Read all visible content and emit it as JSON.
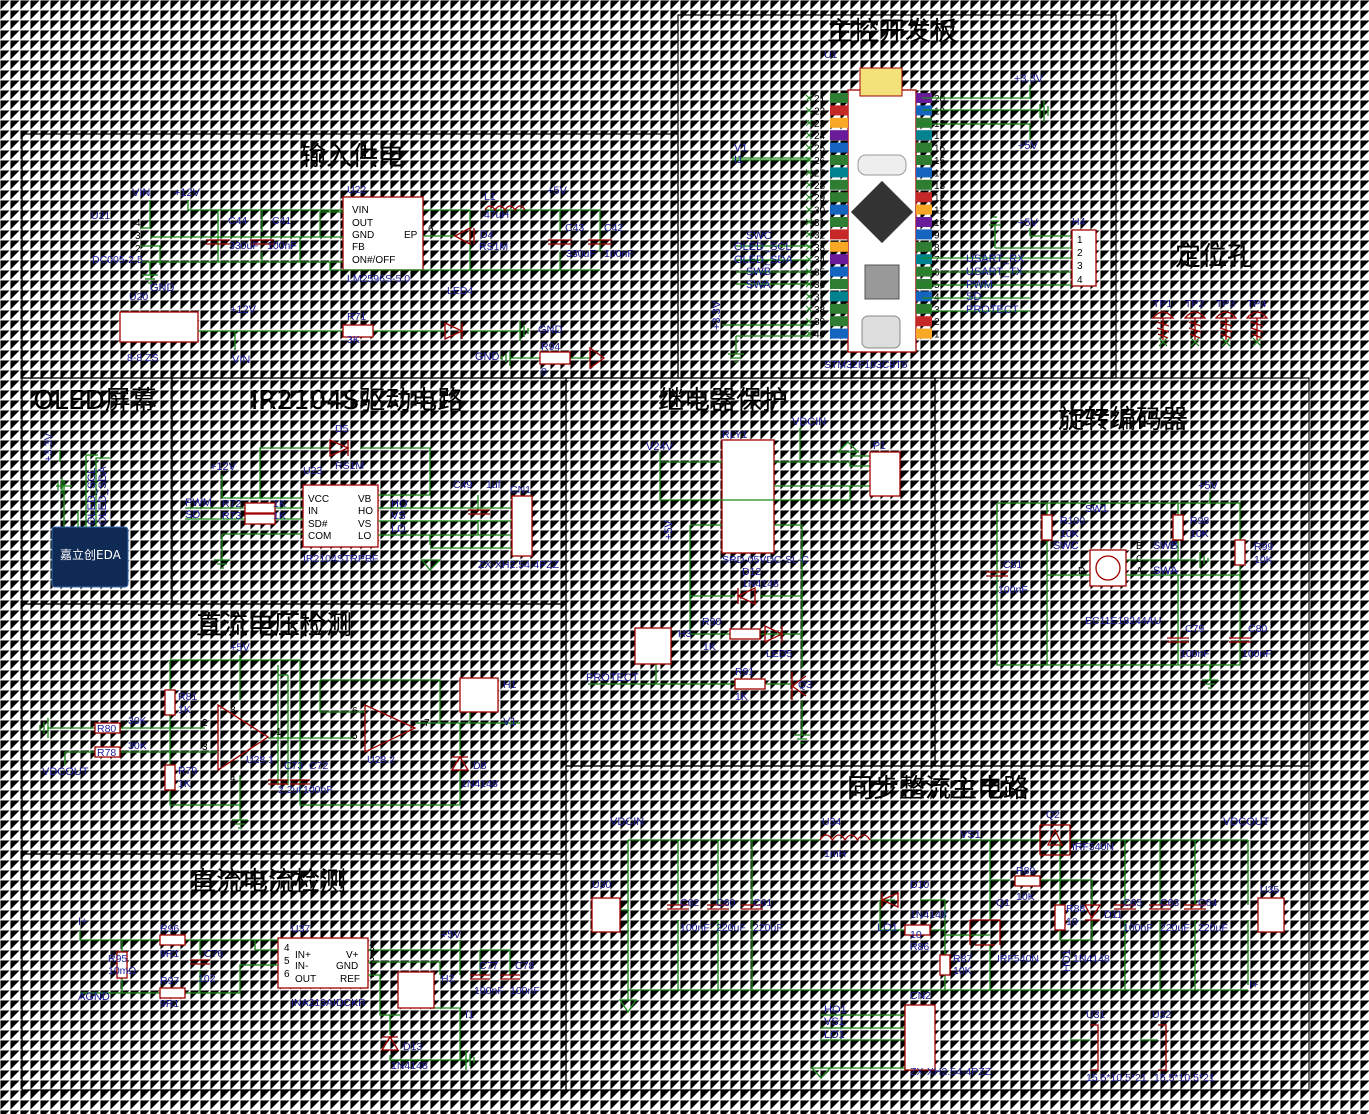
{
  "titles": {
    "power": "输入供电",
    "mcu": "主控开发板",
    "mounting": "定位孔",
    "oled": "OLED屏幕",
    "ir2104": "IR2104S驱动电路",
    "relay": "继电器保护",
    "encoder": "旋转编码器",
    "voltage": "直流电压检测",
    "current": "直流电流检测",
    "rectifier": "同步整流主电路"
  },
  "labels": {
    "vin": "VIN",
    "p12v": "+12V",
    "p5v": "+5V",
    "p3v3": "+3.3V",
    "gnd": "GND",
    "u21": "U21",
    "dc005": "DC005-2.5",
    "u20": "U20",
    "ss88": "8-8 ZS",
    "c44": "C44",
    "c41": "C41",
    "c43": "C43",
    "c42": "C42",
    "v330uf": "330uF",
    "v100nf": "100nF",
    "u22": "U22",
    "lm2596": "LM2596S-5.0",
    "l1": "L1",
    "v47uh": "47uH",
    "d4": "D4",
    "rs1m": "RS1M",
    "r71": "R71",
    "v3k": "3K",
    "led4": "LED4",
    "r94": "R94",
    "v0": "0",
    "u1": "U1",
    "stm32": "STM32F103C8T6",
    "v1": "V1",
    "i1": "I1",
    "swc": "SWC",
    "swb": "SWB",
    "swa": "SWA",
    "oled_scl": "OLED_SCL",
    "oled_sda": "OLED_SDA",
    "usart_rx": "USART_RX",
    "usart_tx": "USART_TX",
    "pwm": "PWM",
    "sd": "SD",
    "protect": "PROTECT",
    "h4": "H4",
    "tp1": "TP1",
    "tp2": "TP2",
    "tp3": "TP3",
    "tp4": "TP4",
    "oled_logo": "嘉立创EDA",
    "d5": "D5",
    "u23": "U23",
    "r72": "R72",
    "r73": "R73",
    "v1k": "1K",
    "ho": "HO",
    "vs": "VS",
    "lo": "LO",
    "ir2104s": "IR2104STRPBF",
    "c49": "C49",
    "v1uf": "1uf",
    "cn1": "CN1",
    "zx4": "ZX-XH2.54-4PZZ",
    "v24v": "V24V",
    "vdcin": "VDCIN",
    "rly1": "RLY1",
    "srd": "SRD-05VDC-SL-C",
    "p1": "P1",
    "d12": "D12",
    "n1n4148": "1N4148",
    "r90": "R90",
    "h3": "H3",
    "led5": "LED5",
    "r91": "R91",
    "q3": "Q3",
    "sw1": "SW1",
    "r100": "R100",
    "r98": "R98",
    "r99": "R99",
    "v10k": "10K",
    "c81": "C81",
    "ec11": "EC11E18244AU",
    "c79": "C79",
    "c80": "C80",
    "r81": "R81",
    "r80": "R80",
    "r78": "R78",
    "r79": "R79",
    "v30k": "30K",
    "vdcout": "VDCOUT",
    "u281": "U28.1",
    "u282": "U28.2",
    "c73": "C73",
    "c72": "C72",
    "v22uf": "2.2uf",
    "h1": "H1",
    "d8": "D8",
    "iplus": "I+",
    "agnd": "AGND",
    "r95": "R95",
    "v10mo": "10mΩ",
    "r96": "R96",
    "r97": "R97",
    "v9r1": "9R1",
    "c76": "C76",
    "v102": "102",
    "u37": "U37",
    "ina213": "INA213AIDCKR",
    "h2": "H2",
    "c77": "C77",
    "c78": "C78",
    "d13": "D13",
    "u30": "U30",
    "u34": "U34",
    "v1mh": "1mH",
    "vs1": "VS1",
    "q2": "Q2",
    "irf540n": "IRF540N",
    "u35": "U35",
    "c62": "C62",
    "c60": "C60",
    "c61": "C61",
    "v220uf": "220uF",
    "d10": "D10",
    "lo1": "LO1",
    "v10": "10",
    "r86": "R86",
    "q1": "Q1",
    "r87": "R87",
    "r89": "R89",
    "r88": "R88",
    "ho1": "HO1",
    "d11": "D11",
    "c65": "C65",
    "c63": "C63",
    "c64": "C64",
    "cn2": "CN2",
    "u31": "U31",
    "u32": "U32",
    "pkg": "15.5*10.5*21"
  },
  "pins": {
    "p1": "1",
    "p2": "2",
    "p3": "3",
    "p4": "4",
    "p5": "5",
    "p6": "6",
    "p7": "7",
    "p8": "8"
  },
  "u22": {
    "vin": "VIN",
    "out": "OUT",
    "gnd": "GND",
    "fb": "FB",
    "on": "ON#/OFF",
    "ep": "EP"
  },
  "u23": {
    "vcc": "VCC",
    "in": "IN",
    "sd": "SD#",
    "com": "COM",
    "vb": "VB",
    "ho": "HO",
    "vs": "VS",
    "lo": "LO"
  },
  "u37": {
    "inp": "IN+",
    "inm": "IN-",
    "out": "OUT",
    "vp": "V+",
    "gnd": "GND",
    "ref": "REF"
  },
  "enc": {
    "a": "A",
    "b": "B",
    "c": "C",
    "d": "D"
  },
  "mcu_pins": {
    "left": [
      "21",
      "22",
      "23",
      "24",
      "25",
      "26",
      "27",
      "28",
      "29",
      "30",
      "31",
      "32",
      "33",
      "34",
      "35",
      "36",
      "37",
      "38",
      "39",
      "40"
    ],
    "right": [
      "20",
      "19",
      "18",
      "17",
      "16",
      "15",
      "14",
      "13",
      "12",
      "11",
      "10",
      "9",
      "8",
      "7",
      "6",
      "5",
      "4",
      "3",
      "2",
      "1"
    ],
    "colors": [
      "#2e7d32",
      "#c62828",
      "#f9a825",
      "#6a1b9a",
      "#1565c0",
      "#2e7d32",
      "#00838f",
      "#2e7d32",
      "#2e7d32",
      "#1565c0"
    ]
  }
}
